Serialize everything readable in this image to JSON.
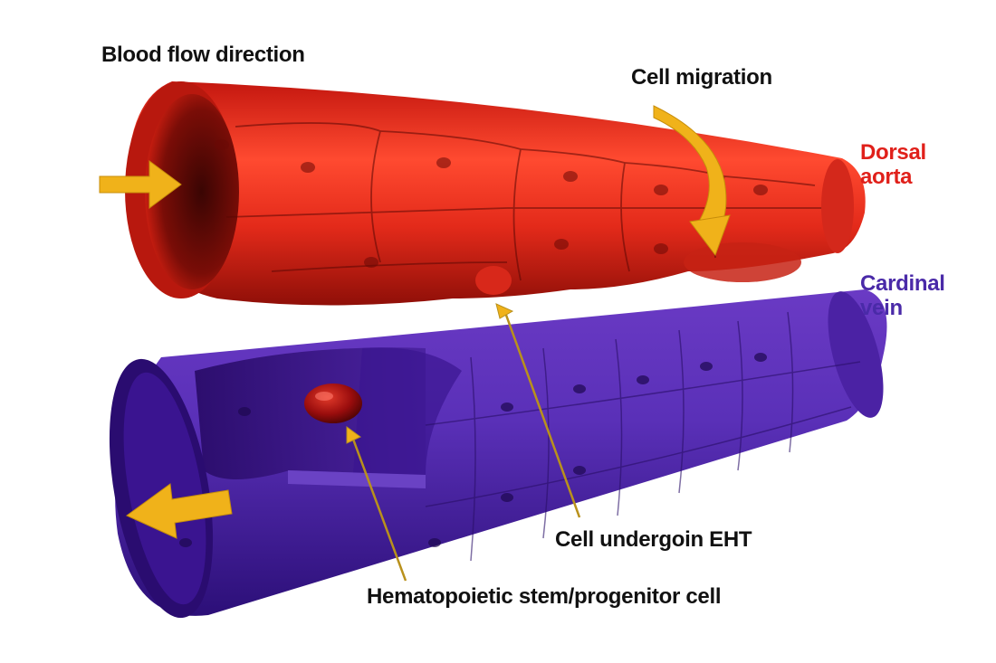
{
  "labels": {
    "blood_flow": "Blood flow direction",
    "cell_migration": "Cell migration",
    "dorsal_aorta_line1": "Dorsal",
    "dorsal_aorta_line2": "aorta",
    "cardinal_vein_line1": "Cardinal",
    "cardinal_vein_line2": "vein",
    "cell_eht": "Cell undergoin EHT",
    "hspc": "Hematopoietic stem/progenitor cell"
  },
  "colors": {
    "aorta": "#e3251b",
    "aorta_dark": "#8a0e08",
    "vein": "#5a2ab0",
    "vein_dark": "#2a0f6e",
    "arrow": "#f0b21a",
    "dorsal_aorta_label": "#e0201a",
    "cardinal_vein_label": "#4a2aa8",
    "pointer_line": "#b9911c",
    "hspc_cell": "#9a0d0d"
  }
}
